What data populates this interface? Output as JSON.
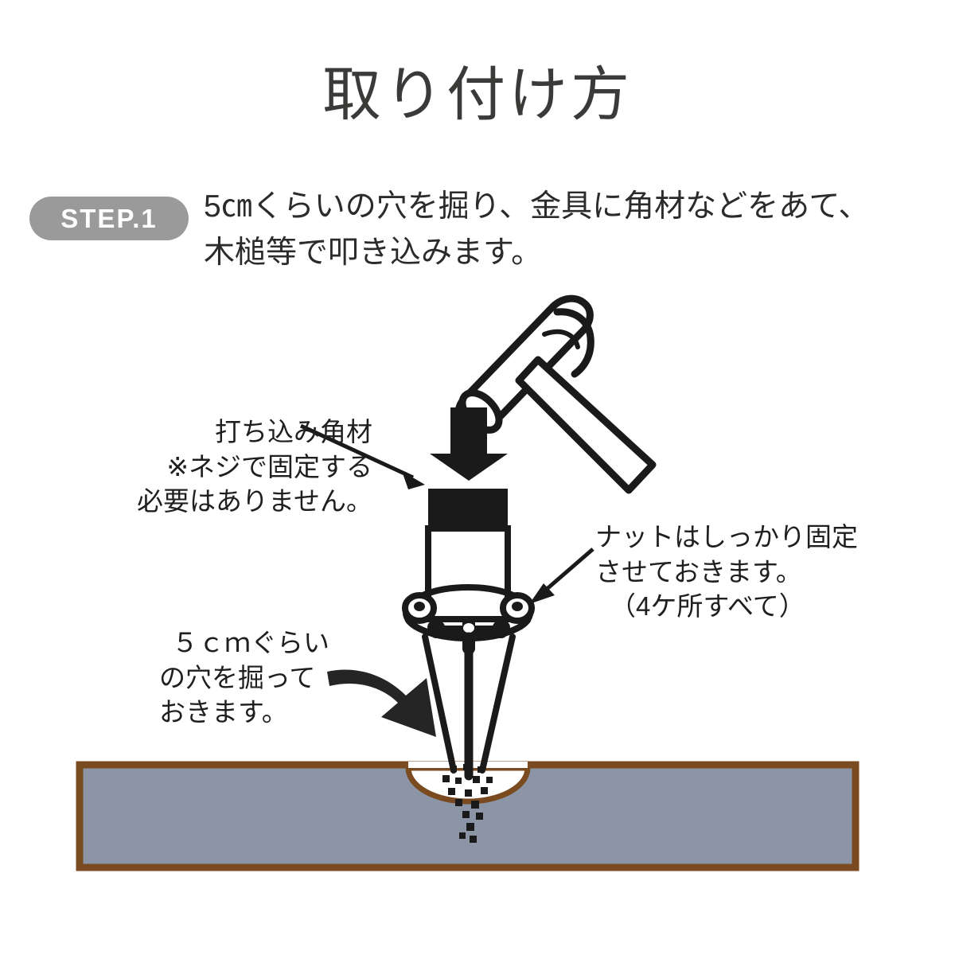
{
  "page": {
    "title": "取り付け方",
    "background_color": "#ffffff"
  },
  "step": {
    "badge_label": "STEP.1",
    "badge_color": "#9a9a9a",
    "badge_text_color": "#ffffff",
    "instruction_line1": "5㎝くらいの穴を掘り、金具に角材などをあて、",
    "instruction_line2": "木槌等で叩き込みます。"
  },
  "annotations": {
    "timber": {
      "line1": "打ち込み角材",
      "line2": "※ネジで固定する",
      "line3": "必要はありません。"
    },
    "nut": {
      "line1": "ナットはしっかり固定",
      "line2": "させておきます。",
      "line3": "（4ケ所すべて）"
    },
    "hole": {
      "line1": "５ｃｍぐらい",
      "line2": "の穴を掘って",
      "line3": "おきます。"
    }
  },
  "illustration": {
    "hammer_label": "hammer",
    "down_arrow_label": "downward-strike-arrow",
    "curved_arrow_label": "curved-pointer-arrow",
    "timber_block_label": "driving-timber-block",
    "post_body_label": "post-anchor-body",
    "flange_label": "anchor-flange-plate",
    "spike_label": "anchor-spike",
    "ground_label": "ground-soil-block",
    "hole_label": "dug-hole",
    "colors": {
      "ink": "#1a1a1a",
      "soil_fill": "#8b95a6",
      "soil_border": "#7a4a20",
      "hole_fill": "#ffffff"
    }
  }
}
